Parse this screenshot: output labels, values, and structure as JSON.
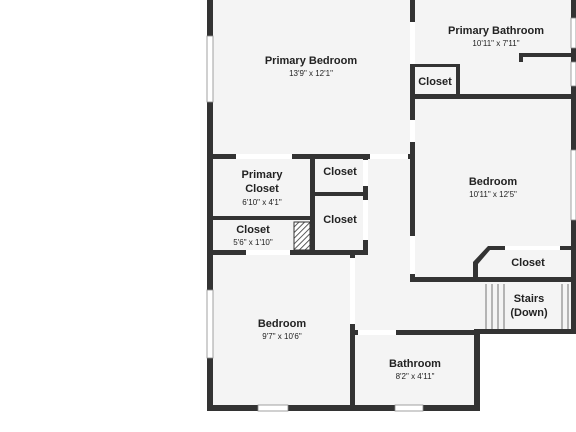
{
  "rooms": {
    "primary_bedroom": {
      "name": "Primary Bedroom",
      "dims": "13'9\" x 12'1\""
    },
    "primary_bathroom": {
      "name": "Primary Bathroom",
      "dims": "10'11\" x 7'11\""
    },
    "closet_top": {
      "name": "Closet"
    },
    "bedroom_right": {
      "name": "Bedroom",
      "dims": "10'11\" x 12'5\""
    },
    "primary_closet": {
      "line1": "Primary",
      "line2": "Closet",
      "dims": "6'10\" x 4'1\""
    },
    "closet_mid_1": {
      "name": "Closet"
    },
    "closet_mid_2": {
      "name": "Closet"
    },
    "closet_small": {
      "name": "Closet",
      "dims": "5'6\" x 1'10\""
    },
    "closet_right": {
      "name": "Closet"
    },
    "stairs": {
      "line1": "Stairs",
      "line2": "(Down)"
    },
    "bedroom_left": {
      "name": "Bedroom",
      "dims": "9'7\" x 10'6\""
    },
    "bathroom": {
      "name": "Bathroom",
      "dims": "8'2\" x 4'11\""
    }
  },
  "colors": {
    "wall": "#333333",
    "floor": "#f4f4f4"
  }
}
